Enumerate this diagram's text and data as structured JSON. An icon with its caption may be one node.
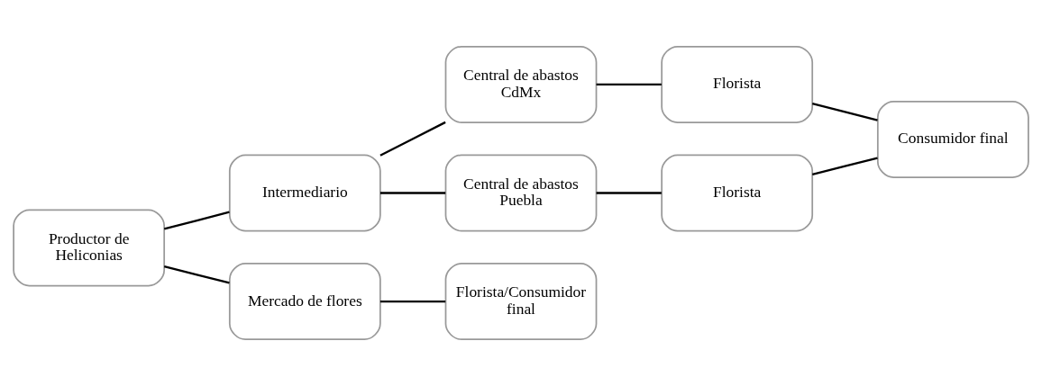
{
  "diagram": {
    "nodes": [
      {
        "text": [
          "Productor de Heliconias"
        ]
      },
      {
        "text": [
          "Intermediario"
        ]
      },
      {
        "text": [
          "Mercado de flores"
        ]
      },
      {
        "text": [
          "Central de abastos CdMx"
        ]
      },
      {
        "text": [
          "Central de abastos Puebla"
        ]
      },
      {
        "text": [
          "Florista/Consumidor final"
        ]
      },
      {
        "text": [
          "Florista"
        ]
      },
      {
        "text": [
          "Florista"
        ]
      },
      {
        "text": [
          "Consumidor final"
        ]
      }
    ],
    "edges": [
      {
        "from": 0,
        "to": 1,
        "arrow": "none"
      },
      {
        "from": 0,
        "to": 2,
        "arrow": "none"
      },
      {
        "from": 1,
        "to": 3,
        "arrow": "none"
      },
      {
        "from": 1,
        "to": 4,
        "arrow": "none"
      },
      {
        "from": 2,
        "to": 5,
        "arrow": "none"
      },
      {
        "from": 3,
        "to": 6,
        "arrow": "none"
      },
      {
        "from": 4,
        "to": 7,
        "arrow": "none"
      },
      {
        "from": 6,
        "to": 8,
        "arrow": "none"
      },
      {
        "from": 7,
        "to": 8,
        "arrow": "none"
      }
    ]
  }
}
